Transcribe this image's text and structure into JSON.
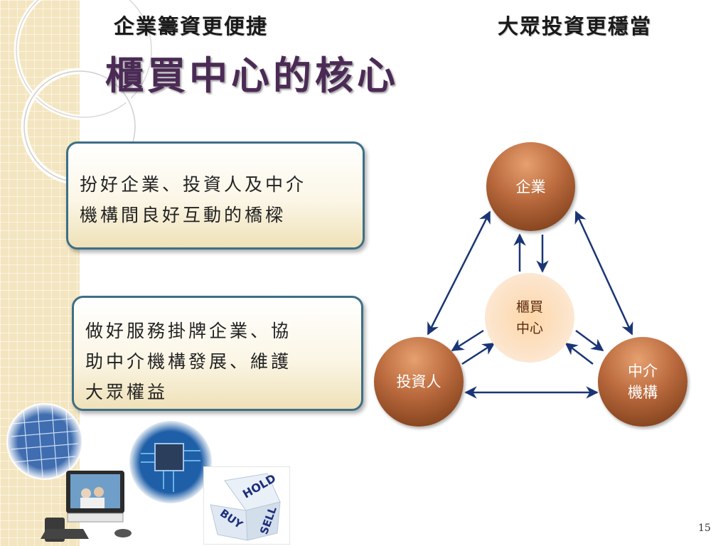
{
  "header": {
    "subtitle_left": "企業籌資更便捷",
    "subtitle_right": "大眾投資更穩當",
    "title": "櫃買中心的核心"
  },
  "boxes": {
    "box1": {
      "line1": "扮好企業、投資人及中介",
      "line2": "機構間良好互動的橋樑"
    },
    "box2": {
      "line1": "做好服務掛牌企業、協",
      "line2": "助中介機構發展、維護",
      "line3": "大眾權益"
    }
  },
  "diagram": {
    "enterprise": "企業",
    "center_line1": "櫃買",
    "center_line2": "中心",
    "investor": "投資人",
    "intermediary_line1": "中介",
    "intermediary_line2": "機構"
  },
  "photos": {
    "dice_labels": [
      "HOLD",
      "BUY",
      "SELL"
    ]
  },
  "colors": {
    "arrow": "#1a3575",
    "title": "#4b2b55",
    "box_border": "#3d6f86"
  },
  "footer": {
    "page_number": "15"
  }
}
